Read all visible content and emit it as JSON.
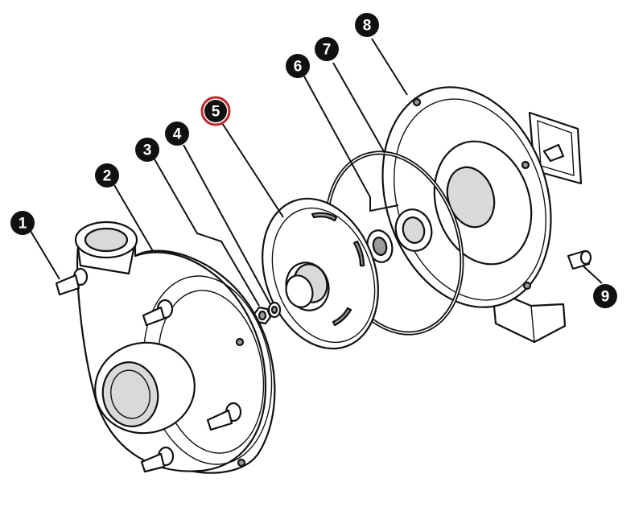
{
  "callouts": [
    {
      "id": 1,
      "label": "1"
    },
    {
      "id": 2,
      "label": "2"
    },
    {
      "id": 3,
      "label": "3"
    },
    {
      "id": 4,
      "label": "4"
    },
    {
      "id": 5,
      "label": "5",
      "highlighted": true
    },
    {
      "id": 6,
      "label": "6"
    },
    {
      "id": 7,
      "label": "7"
    },
    {
      "id": 8,
      "label": "8"
    },
    {
      "id": 9,
      "label": "9"
    }
  ],
  "colors": {
    "line": "#111111",
    "callout_fill": "#111111",
    "callout_text": "#ffffff",
    "highlight_ring": "#c0272d",
    "background": "#ffffff"
  }
}
